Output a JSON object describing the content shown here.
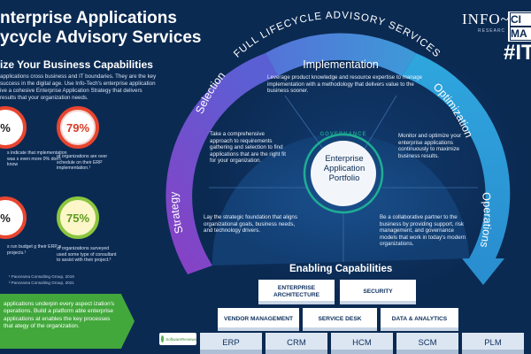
{
  "header": {
    "title_line1": "nterprise Applications",
    "title_line2": "ycycle Advisory Services"
  },
  "left": {
    "subtitle": "ize Your Business Capabilities",
    "intro": "applications cross business and IT boundaries. They are the key success in the digital age. Use Info-Tech's enterprise application ive a cohesive Enterprise Application Strategy that delivers results that your organization needs.",
    "stats": [
      {
        "value": "%",
        "text": "s indicate that mplementation was s even more 0% don't know",
        "color": "#e8452f"
      },
      {
        "value": "79%",
        "text": "of organizations are over schedule on their ERP implementation.¹",
        "color": "#e8452f"
      },
      {
        "value": "%",
        "text": "s run budget g their ERP n projects.¹",
        "color": "#e8452f"
      },
      {
        "value": "75%",
        "text": "of organizations surveyed used some type of consultant to assist with their project.²",
        "color": "#8cc63f"
      }
    ],
    "refs": [
      "¹ Panorama Consulting Group, 2019",
      "² Panorama Consulting Group, 2021"
    ],
    "banner": "applications underpin every aspect ization's operations. Build a platform able enterprise applications at enables the key processes that ategy of the organization."
  },
  "badge": {
    "label": "SoftwareReviews"
  },
  "brand": {
    "infotech": "INFO~",
    "research": "RESEARC",
    "cio1": "CI",
    "cio2": "MA",
    "hash": "#IT"
  },
  "wheel": {
    "outer_label": "FULL LIFECYCLE ADVISORY SERVICES",
    "phases": [
      "Implementation",
      "Optimization",
      "Operations",
      "Strategy",
      "Selection"
    ],
    "governance": "GOVERNANCE",
    "center": "Enterprise Application Portfolio",
    "descs": {
      "implementation": "Leverage product knowledge and resource expertise to manage implementation with a methodology that delivers value to the business sooner.",
      "selection": "Take a comprehensive approach to requirements gathering and selection to find applications that are the right fit for your organization.",
      "optimization": "Monitor and optimize your enterprise applications continuously to maximize business results.",
      "strategy": "Lay the strategic foundation that aligns organizational goals, business needs, and technology drivers.",
      "operations": "Be a collaborative partner to the business by providing support, risk management, and governance models that work in today's modern organizations."
    }
  },
  "enabling": {
    "title": "Enabling Capabilities",
    "top": [
      "ENTERPRISE ARCHITECTURE",
      "SECURITY"
    ],
    "middle": [
      "VENDOR MANAGEMENT",
      "SERVICE DESK",
      "DATA & ANALYTICS"
    ],
    "base": [
      "ERP",
      "CRM",
      "HCM",
      "SCM",
      "PLM"
    ]
  },
  "colors": {
    "background": "#0b2a52",
    "implementation": "#3f8fd0",
    "selection": "#6b4fc4",
    "optimization": "#2a9fd8",
    "green": "#43a83c"
  }
}
